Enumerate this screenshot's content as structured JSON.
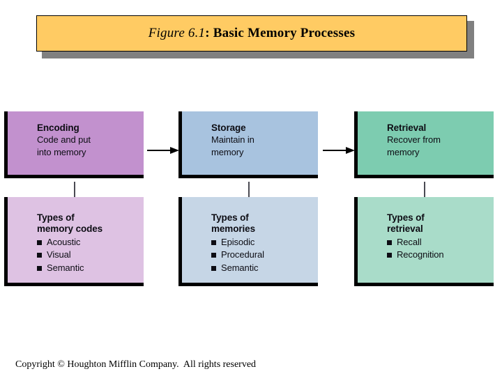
{
  "slide": {
    "title_figure": "Figure 6.1",
    "title_rest": ": Basic Memory Processes",
    "footer": "Copyright © Houghton Mifflin Company.  All rights reserved"
  },
  "colors": {
    "banner_fill": "#FFCB63",
    "banner_shadow": "#808080",
    "encoding_top": "#C291CE",
    "encoding_bottom": "#DEC2E3",
    "storage_top": "#A8C3DF",
    "storage_bottom": "#C6D6E6",
    "retrieval_top": "#7DCCB0",
    "retrieval_bottom": "#A9DCC9",
    "border": "#000000",
    "connector": "#4A4A52"
  },
  "diagram": {
    "columns": [
      {
        "key": "encoding",
        "top": {
          "title": "Encoding",
          "sub_line_1": "Code and put",
          "sub_line_2": "into memory"
        },
        "bottom": {
          "title_line_1": "Types of",
          "title_line_2": "memory codes",
          "items": [
            "Acoustic",
            "Visual",
            "Semantic"
          ]
        }
      },
      {
        "key": "storage",
        "top": {
          "title": "Storage",
          "sub_line_1": "Maintain in",
          "sub_line_2": "memory"
        },
        "bottom": {
          "title_line_1": "Types of",
          "title_line_2": "memories",
          "items": [
            "Episodic",
            "Procedural",
            "Semantic"
          ]
        }
      },
      {
        "key": "retrieval",
        "top": {
          "title": "Retrieval",
          "sub_line_1": "Recover from",
          "sub_line_2": "memory"
        },
        "bottom": {
          "title_line_1": "Types of",
          "title_line_2": "retrieval",
          "items": [
            "Recall",
            "Recognition"
          ]
        }
      }
    ],
    "arrows": [
      "encoding-to-storage",
      "storage-to-retrieval"
    ]
  }
}
